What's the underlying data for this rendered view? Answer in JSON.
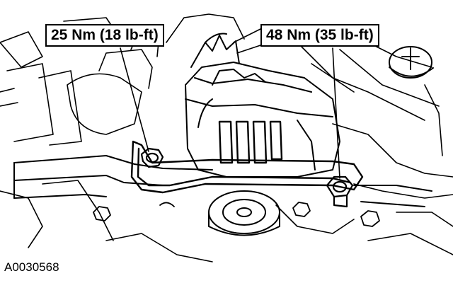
{
  "callouts": {
    "left_torque": "25 Nm (18 lb-ft)",
    "right_torque": "48 Nm (35 lb-ft)"
  },
  "figure_id": "A0030568"
}
